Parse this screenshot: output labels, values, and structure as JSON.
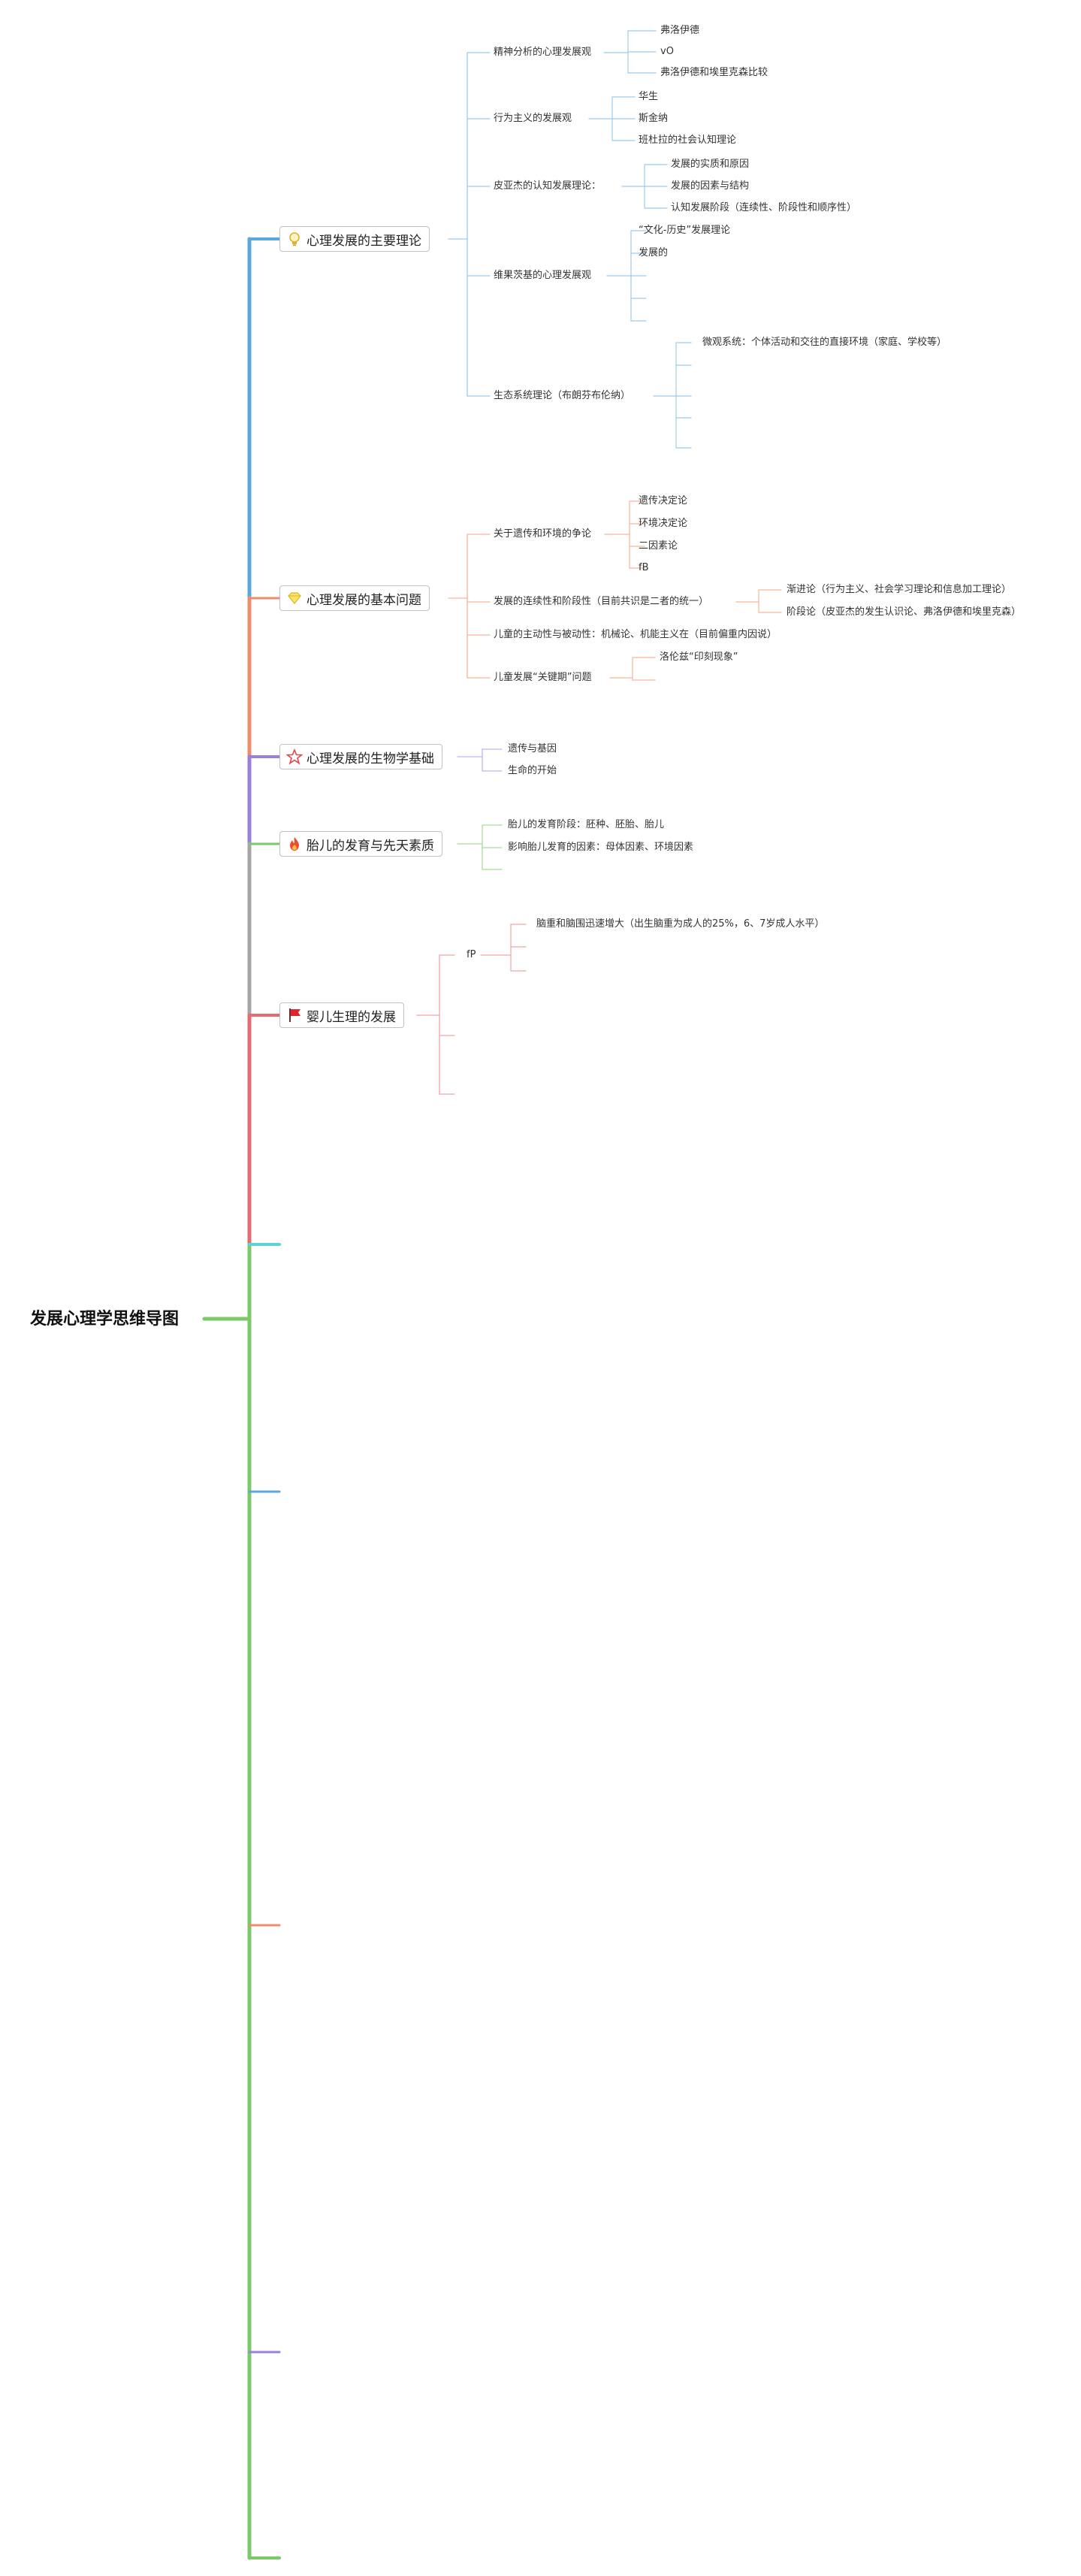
{
  "root": {
    "title": "发展心理学思维导图"
  },
  "colors": {
    "blue": "#5ba9dc",
    "orange": "#f08c6c",
    "purple": "#9b7fe0",
    "green": "#7cc86a",
    "red": "#e56b72",
    "cyan": "#5fd0d6",
    "gray": "#a6a6a6",
    "lightblue": "#9ccbe9",
    "lightorange": "#f6b49c",
    "lightpurple": "#c3b2ee",
    "lightgreen": "#a9dc9c",
    "lightred": "#f0a4a8"
  },
  "branches": {
    "b1": {
      "label": "心理发展的主要理论",
      "icon": "lightbulb-icon"
    },
    "b2": {
      "label": "心理发展的基本问题",
      "icon": "diamond-icon"
    },
    "b3": {
      "label": "心理发展的生物学基础",
      "icon": "star-icon"
    },
    "b4": {
      "label": "胎儿的发育与先天素质",
      "icon": "fire-icon"
    },
    "b5": {
      "label": "婴儿生理的发展",
      "icon": "flag-icon"
    }
  },
  "nodes": {
    "n1": "精神分析的心理发展观",
    "n1a": "弗洛伊德",
    "n1b": "vO",
    "n1c": "弗洛伊德和埃里克森比较",
    "n2": "行为主义的发展观",
    "n2a": "华生",
    "n2b": "斯金纳",
    "n2c": "班杜拉的社会认知理论",
    "n3": "皮亚杰的认知发展理论：",
    "n3a": "发展的实质和原因",
    "n3b": "发展的因素与结构",
    "n3c": "认知发展阶段（连续性、阶段性和顺序性）",
    "n4": "维果茨基的心理发展观",
    "n4a": "“文化-历史”发展理论",
    "n4b": "发展的",
    "n5": "生态系统理论（布朗芬布伦纳）",
    "n5a": "微观系统：个体活动和交往的直接环境（家庭、学校等）",
    "m1": "关于遗传和环境的争论",
    "m1a": "遗传决定论",
    "m1b": "环境决定论",
    "m1c": "二因素论",
    "m1d": "fB",
    "m2": "发展的连续性和阶段性（目前共识是二者的统一）",
    "m2a": "渐进论（行为主义、社会学习理论和信息加工理论）",
    "m2b": "阶段论（皮亚杰的发生认识论、弗洛伊德和埃里克森）",
    "m3": "儿童的主动性与被动性：机械论、机能主义在（目前偏重内因说）",
    "m4": "儿童发展“关键期”问题",
    "m4a": "洛伦兹“印刻现象”",
    "p1": "遗传与基因",
    "p2": "生命的开始",
    "q1": "胎儿的发育阶段：胚种、胚胎、胎儿",
    "q2": "影响胎儿发育的因素：母体因素、环境因素",
    "r1": "fP",
    "r1a": "脑重和脑围迅速增大（出生脑重为成人的25%，6、7岁成人水平）"
  }
}
